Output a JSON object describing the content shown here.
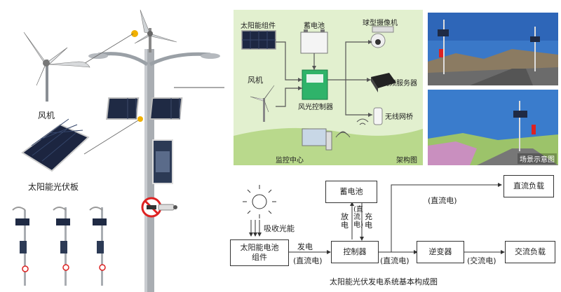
{
  "left_scene": {
    "wind_turbine_label": "风机",
    "solar_panel_label": "太阳能光伏板"
  },
  "architecture": {
    "solar_module": "太阳能组件",
    "battery": "蓄电池",
    "dome_camera": "球型摄像机",
    "wind_turbine": "风机",
    "controller": "风光控制器",
    "video_server": "视频服务器",
    "wireless_bridge": "无线网桥",
    "monitor_center": "监控中心",
    "caption": "架构图"
  },
  "photos": {
    "caption": "场景示意图"
  },
  "system_diagram": {
    "sun_label": "吸收光能",
    "solar_module": "太阳能电池\n组件",
    "generate_label": "发电",
    "dc_label_1": "(直流电)",
    "battery": "蓄电池",
    "discharge_label": "放\n电",
    "dc_label_vertical": "(直\n流\n电)",
    "charge_label": "充\n电",
    "controller": "控制器",
    "dc_label_top": "(直流电)",
    "dc_label_2": "(直流电)",
    "inverter": "逆变器",
    "ac_label": "(交流电)",
    "dc_load": "直流负载",
    "ac_load": "交流负载",
    "title": "太阳能光伏发电系统基本构成图"
  },
  "colors": {
    "arch_bg": "#e2f0cf",
    "sky": "#3a78c8",
    "grass": "#9cc36a"
  }
}
